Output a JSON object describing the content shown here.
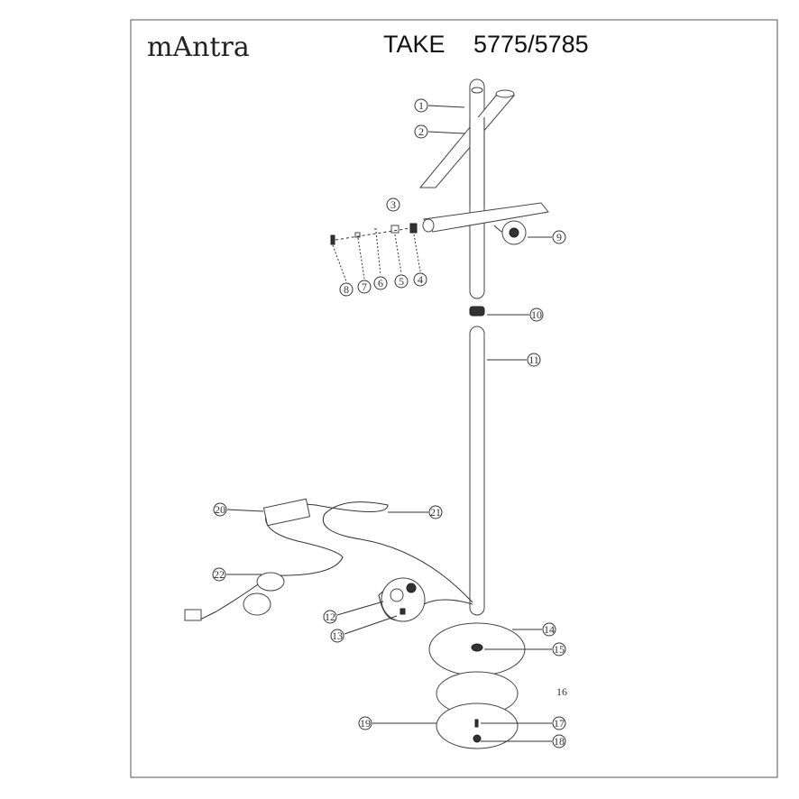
{
  "header": {
    "brand": "mAntra",
    "model_name": "TAKE",
    "model_numbers": "5775/5785"
  },
  "callouts": {
    "c1": "1",
    "c2": "2",
    "c3": "3",
    "c4": "4",
    "c5": "5",
    "c6": "6",
    "c7": "7",
    "c8": "8",
    "c9": "9",
    "c10": "10",
    "c11": "11",
    "c12": "12",
    "c13": "13",
    "c14": "14",
    "c15": "15",
    "c16": "16",
    "c17": "17",
    "c18": "18",
    "c19": "19",
    "c20": "20",
    "c21": "21",
    "c22": "22"
  }
}
